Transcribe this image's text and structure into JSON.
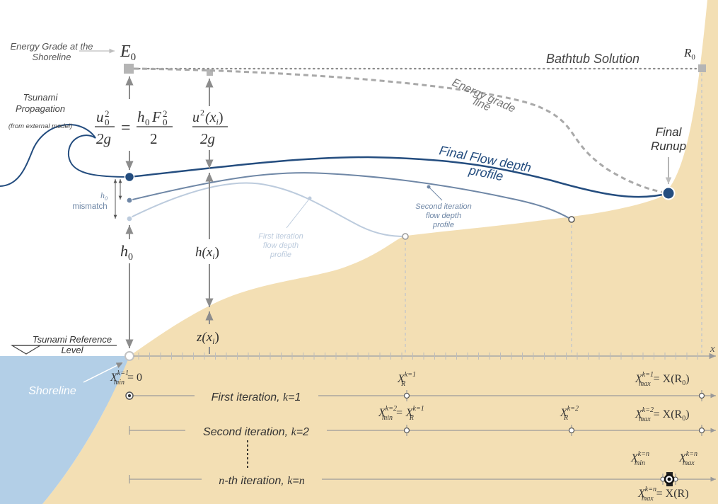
{
  "colors": {
    "sand": "#f3dfb4",
    "water": "#b3cfe7",
    "grey": "#8c8c8c",
    "dark_grey": "#555555",
    "final_profile": "#244d7f",
    "second_profile": "#6f87a6",
    "first_profile": "#bccbdd",
    "white": "#ffffff"
  },
  "labels": {
    "energy_grade_shoreline_1": "Energy Grade at the",
    "energy_grade_shoreline_2": "Shoreline",
    "e0_main": "E",
    "e0_sub": "0",
    "r0_main": "R",
    "r0_sub": "0",
    "bathtub": "Bathtub Solution",
    "energy_grade_line_1": "Energy grade",
    "energy_grade_line_2": "line",
    "tsunami_prop_1": "Tsunami",
    "tsunami_prop_2": "Propagation",
    "tsunami_prop_3": "(from external model)",
    "final_flow_1": "Final Flow depth",
    "final_flow_2": "profile",
    "final_runup_1": "Final",
    "final_runup_2": "Runup",
    "second_iter_1": "Second iteration",
    "second_iter_2": "flow depth",
    "second_iter_3": "profile",
    "first_iter_1": "First iteration",
    "first_iter_2": "flow depth",
    "first_iter_3": "profile",
    "h0_mismatch_h": "h",
    "h0_mismatch_sub": "0",
    "h0_mismatch_word": "mismatch",
    "h0_main": "h",
    "h0_sub": "0",
    "hxi_main": "h(x",
    "hxi_sub": "i",
    "hxi_end": ")",
    "zxi_main": "z(x",
    "zxi_sub": "i",
    "zxi_end": ")",
    "tsunami_ref_1": "Tsunami Reference",
    "tsunami_ref_2": "Level",
    "shoreline": "Shoreline",
    "x_axis": "x",
    "eq_u0_num": "u",
    "eq_u0_sub": "0",
    "eq_u0_sup": "2",
    "eq_den_2g": "2g",
    "eq_equals": "=",
    "eq_h0": "h",
    "eq_h0_sub": "0",
    "eq_F": "F",
    "eq_F_sub": "0",
    "eq_F_sup": "2",
    "eq_den_2": "2",
    "eq_uxi_num": "u",
    "eq_uxi_sup": "2",
    "eq_uxi_arg": "(x",
    "eq_uxi_sub": "i",
    "eq_uxi_end": ")"
  },
  "iterations": {
    "first": {
      "label_pre": "First iteration, ",
      "label_k": "k",
      "label_post": "=1"
    },
    "second": {
      "label_pre": "Second iteration, ",
      "label_k": "k",
      "label_post": "=2"
    },
    "nth": {
      "label_n": "n",
      "label_pre": "-th iteration, ",
      "label_k": "k",
      "label_eq": "=",
      "label_n2": "n"
    }
  },
  "bounds": {
    "xmin_k1": {
      "x": "X",
      "sub": "min",
      "sup": "k=1",
      "rhs": "= 0"
    },
    "xr_k1": {
      "x": "X",
      "sub": "R",
      "sup": "k=1"
    },
    "xmax_k1": {
      "x": "X",
      "sub": "max",
      "sup": "k=1",
      "rhs": "= X(R",
      "rhs_sub": "0",
      "rhs_end": ")"
    },
    "xmin_k2": {
      "x": "X",
      "sub": "min",
      "sup": "k=2",
      "eq": "= X",
      "rhs_sub": "R",
      "rhs_sup": "k=1"
    },
    "xr_k2": {
      "x": "X",
      "sub": "R",
      "sup": "k=2"
    },
    "xmax_k2": {
      "x": "X",
      "sub": "max",
      "sup": "k=2",
      "rhs": "= X(R",
      "rhs_sub": "0",
      "rhs_end": ")"
    },
    "xmin_kn": {
      "x": "X",
      "sub": "min",
      "sup": "k=n"
    },
    "xmax_kn_top": {
      "x": "X",
      "sub": "max",
      "sup": "k=n"
    },
    "xmax_kn_bot": {
      "x": "X",
      "sub": "max",
      "sup": "k=n",
      "rhs": "= X(R)"
    }
  }
}
